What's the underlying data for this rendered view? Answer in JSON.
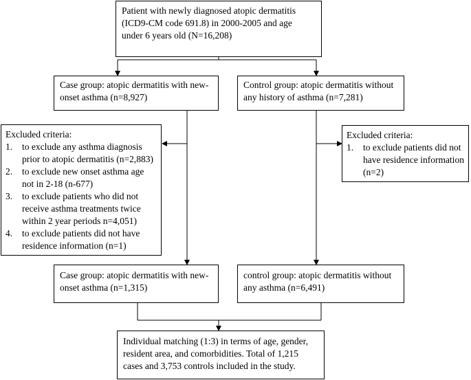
{
  "top_box": {
    "lines": [
      "Patient with newly diagnosed atopic dermatitis",
      "(ICD9-CM code 691.8) in 2000-2005  and age",
      "under 6 years old (N=16,208)"
    ]
  },
  "case_group": {
    "lines": [
      "Case group: atopic dermatitis with new-",
      "onset asthma (n=8,927)"
    ]
  },
  "control_group": {
    "lines": [
      "Control group: atopic dermatitis without",
      "any history of asthma (n=7,281)"
    ]
  },
  "excluded_left": {
    "title": "Excluded criteria:",
    "items": [
      {
        "num": "1.",
        "lines": [
          "to exclude any asthma diagnosis",
          "prior to atopic dermatitis (n=2,883)"
        ]
      },
      {
        "num": "2.",
        "lines": [
          "to exclude new onset asthma age",
          "not in 2-18 (n-677)"
        ]
      },
      {
        "num": "3.",
        "lines": [
          "to exclude patients who did not",
          "receive asthma treatments twice",
          "within 2 year periods n=4,051)"
        ]
      },
      {
        "num": "4.",
        "lines": [
          "to exclude patients did not have",
          "residence information  (n=1)"
        ]
      }
    ]
  },
  "excluded_right": {
    "title": "Excluded criteria:",
    "items": [
      {
        "num": "1.",
        "lines": [
          "to exclude patients did not",
          "have residence information",
          "(n=2)"
        ]
      }
    ]
  },
  "case_final": {
    "lines": [
      "Case group: atopic dermatitis with new-",
      "onset asthma (n=1,315)"
    ]
  },
  "control_final": {
    "lines": [
      "control group: atopic dermatitis without",
      "any asthma (n=6,491)"
    ]
  },
  "matching_box": {
    "lines": [
      "Individual matching (1:3) in terms of age, gender,",
      "resident area, and comorbidities. Total of 1,215",
      "cases and 3,753 controls included in the study."
    ]
  }
}
